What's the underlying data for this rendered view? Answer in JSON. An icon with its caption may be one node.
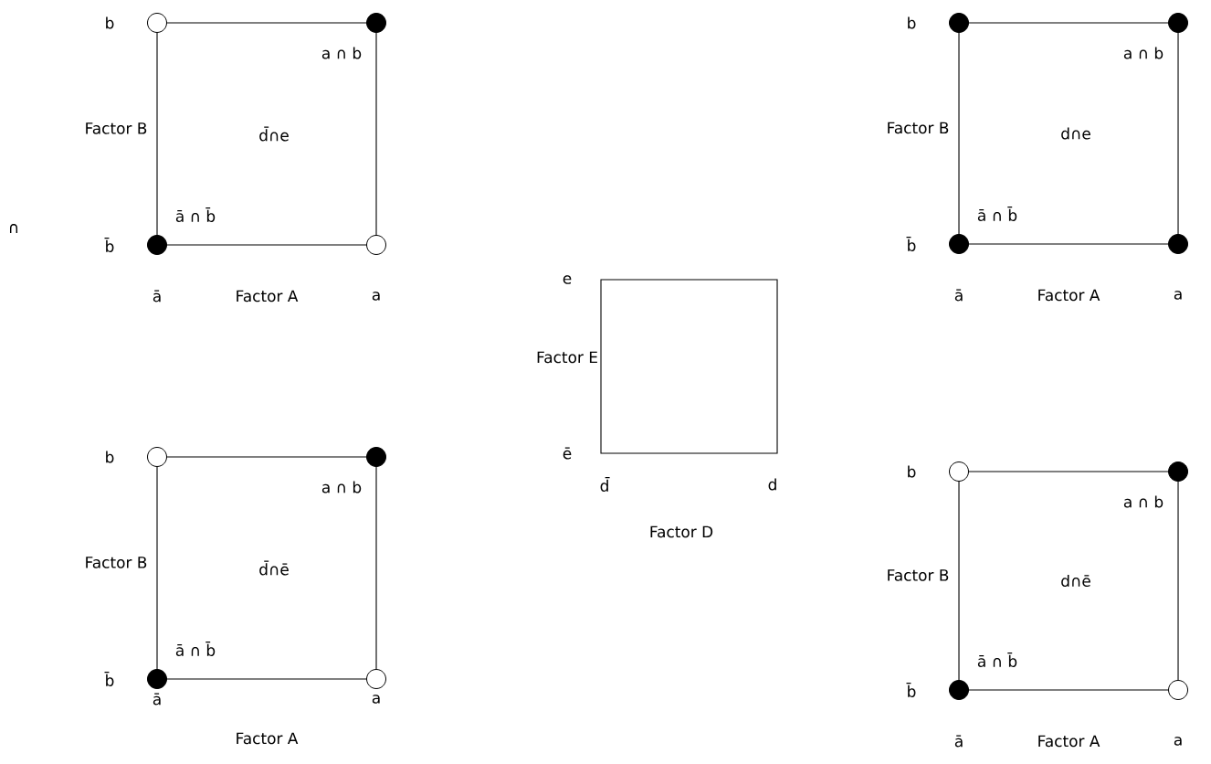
{
  "diagram": {
    "nodes": [
      {
        "text": [
          "a ∩ b",
          "d̄∩e",
          "ā ∩ b̄"
        ],
        "beside": [
          "b",
          "Factor B",
          "b̄",
          "ā",
          "Factor A",
          "a"
        ]
      },
      {
        "text": [],
        "shape": "box",
        "beside": [
          "e",
          "Factor E",
          "ē",
          "d̄",
          "d",
          "Factor D"
        ]
      },
      {
        "text": [
          "a ∩ b",
          "d∩e",
          "ā ∩ b̄"
        ],
        "beside": [
          "b",
          "Factor B",
          "b̄",
          "ā",
          "Factor A",
          "a"
        ]
      },
      {
        "text": [
          "a ∩ b",
          "d̄∩ē",
          "ā ∩ b̄"
        ],
        "beside": [
          "b",
          "Factor B",
          "b̄",
          "ā",
          "a",
          "Factor A"
        ]
      },
      {
        "text": [
          "a ∩ b",
          "d∩ē",
          "ā ∩ b̄"
        ],
        "beside": [
          "b",
          "Factor B",
          "b̄",
          "ā",
          "Factor A",
          "a"
        ]
      }
    ],
    "labels": [
      "∩"
    ]
  }
}
